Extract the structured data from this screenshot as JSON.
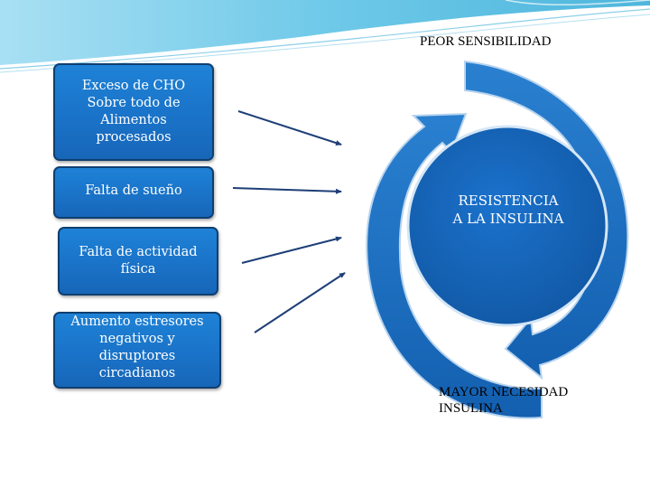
{
  "causes": {
    "cho": "Exceso de CHO\nSobre todo de\nAlimentos\nprocesados",
    "sueno": "Falta de sueño",
    "actividad": "Falta de actividad\nfísica",
    "estresores": "Aumento estresores\nnegativos y\ndisruptores\ncircadianos"
  },
  "cycle": {
    "center": "RESISTENCIA\nA LA INSULINA",
    "top": "PEOR SENSIBILIDAD",
    "bottom": "MAYOR NECESIDAD\nINSULINA"
  },
  "colors": {
    "box_fill": "#1a73c8",
    "box_border": "#0e3f70",
    "circle_fill": "#1565c0",
    "arrow_fill": "#1a6fc2",
    "arrow_outline": "#b8d4ee",
    "header_wave": "#5fc3e6"
  }
}
